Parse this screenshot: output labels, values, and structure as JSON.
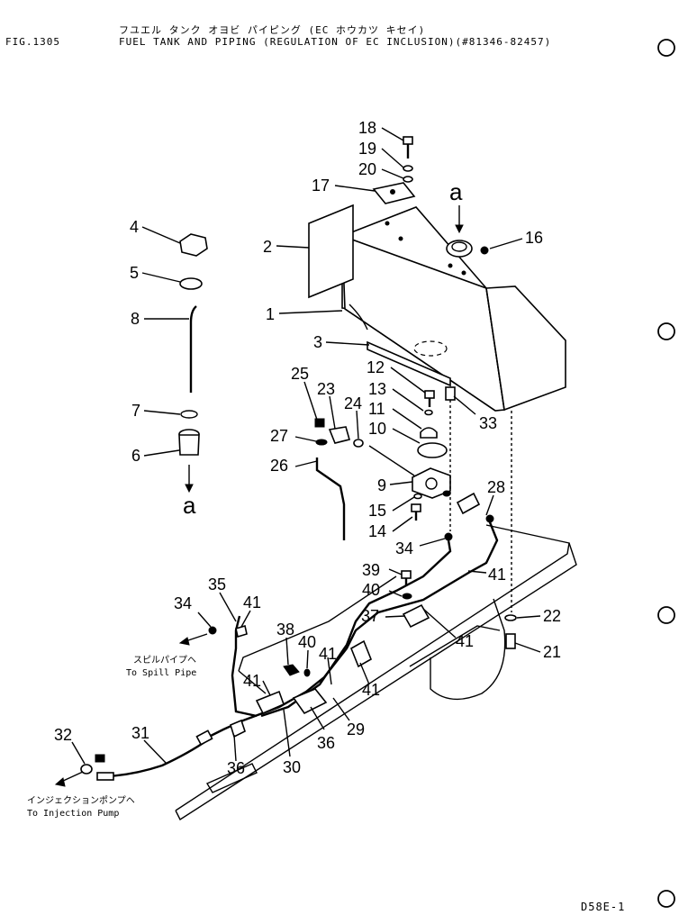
{
  "header": {
    "japanese_title": "フユエル タンク オヨビ パイピング (EC ホウカツ キセイ)",
    "figure_number": "FIG.1305",
    "english_title": "FUEL TANK AND PIPING (REGULATION OF EC INCLUSION)(#81346-82457)"
  },
  "footer": {
    "page_code": "D58E-1"
  },
  "view_marker": "a",
  "callouts": {
    "n1": "1",
    "n2": "2",
    "n3": "3",
    "n4": "4",
    "n5": "5",
    "n6": "6",
    "n7": "7",
    "n8": "8",
    "n9": "9",
    "n10": "10",
    "n11": "11",
    "n12": "12",
    "n13": "13",
    "n14": "14",
    "n15": "15",
    "n16": "16",
    "n17": "17",
    "n18": "18",
    "n19": "19",
    "n20": "20",
    "n21": "21",
    "n22": "22",
    "n23": "23",
    "n24": "24",
    "n25": "25",
    "n26": "26",
    "n27": "27",
    "n28": "28",
    "n29": "29",
    "n30": "30",
    "n31": "31",
    "n32": "32",
    "n33": "33",
    "n34": "34",
    "n35": "35",
    "n36": "36",
    "n37": "37",
    "n38": "38",
    "n39": "39",
    "n40": "40",
    "n41": "41"
  },
  "notes": {
    "spill_jp": "スピルパイプヘ",
    "spill_en": "To Spill Pipe",
    "injection_jp": "インジェクションポンプヘ",
    "injection_en": "To Injection Pump"
  }
}
